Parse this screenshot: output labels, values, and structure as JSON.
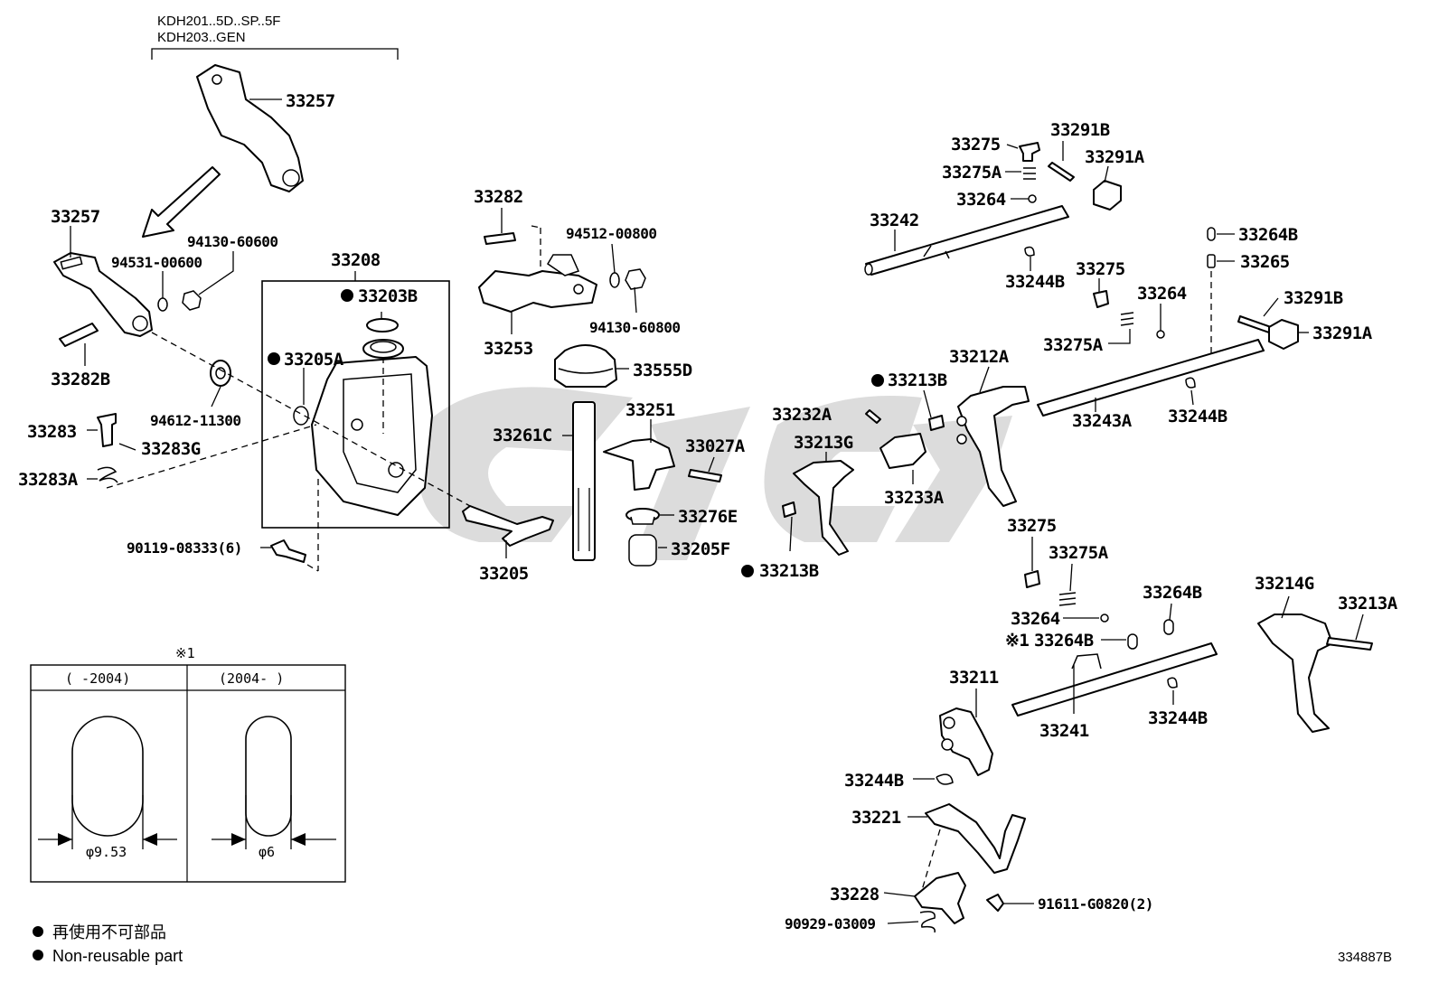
{
  "header": {
    "model_line_1": "KDH201..5D..SP..5F",
    "model_line_2": "KDH203..GEN"
  },
  "callouts": {
    "p33257_top": "33257",
    "p33257_left": "33257",
    "p94531": "94531-00600",
    "p94130_a": "94130-60600",
    "p33282B": "33282B",
    "p94612": "94612-11300",
    "p33283": "33283",
    "p33283G": "33283G",
    "p33283A": "33283A",
    "p90119": "90119-08333(6)",
    "p33208": "33208",
    "p33203B": "33203B",
    "p33205A": "33205A",
    "p33282": "33282",
    "p94512": "94512-00800",
    "p94130_b": "94130-60800",
    "p33253": "33253",
    "p33555D": "33555D",
    "p33261C": "33261C",
    "p33251": "33251",
    "p33027A": "33027A",
    "p33276E": "33276E",
    "p33205F": "33205F",
    "p33205": "33205",
    "p33213B_a": "33213B",
    "p33213B_b": "33213B",
    "p33232A": "33232A",
    "p33213G": "33213G",
    "p33233A": "33233A",
    "p33212A": "33212A",
    "p33275_a": "33275",
    "p33291B_a": "33291B",
    "p33291A_a": "33291A",
    "p33275A_a": "33275A",
    "p33264_a": "33264",
    "p33242": "33242",
    "p33244B_a": "33244B",
    "p33275_b": "33275",
    "p33264_b": "33264",
    "p33275A_b": "33275A",
    "p33264B_a": "33264B",
    "p33265": "33265",
    "p33291B_b": "33291B",
    "p33291A_b": "33291A",
    "p33243A": "33243A",
    "p33244B_b": "33244B",
    "p33275_c": "33275",
    "p33275A_c": "33275A",
    "p33264_c": "33264",
    "p33264B_b": "33264B",
    "p33264B_c": "33264B",
    "note_ref": "※1",
    "p33241": "33241",
    "p33244B_c": "33244B",
    "p33214G": "33214G",
    "p33213A": "33213A",
    "p33211": "33211",
    "p33244B_d": "33244B",
    "p33221": "33221",
    "p33228": "33228",
    "p90929": "90929-03009",
    "p91611": "91611-G0820(2)"
  },
  "detail_table": {
    "title_mark": "※1",
    "col_left_header": "(      -2004)",
    "col_right_header": "(2004-      )",
    "left_dim": "φ9.53",
    "right_dim": "φ6"
  },
  "legend": {
    "line_jp": "再使用不可部品",
    "line_en": "Non-reusable part"
  },
  "diagram_code": "334887B"
}
